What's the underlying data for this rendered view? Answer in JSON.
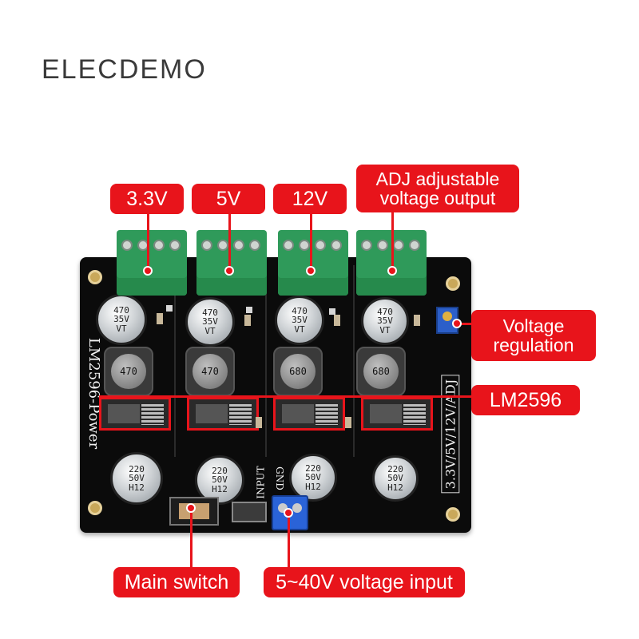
{
  "brand": "ELECDEMO",
  "labels": {
    "out_3v3": "3.3V",
    "out_5v": "5V",
    "out_12v": "12V",
    "adj_line1": "ADJ adjustable",
    "adj_line2": "voltage output",
    "regulation_line1": "Voltage",
    "regulation_line2": "regulation",
    "chip": "LM2596",
    "main_switch": "Main switch",
    "input": "5~40V voltage input"
  },
  "board": {
    "title": "LM2596-Power",
    "voltages_marking": "3.3V/5V/12V/ADJ",
    "input_marking": "INPUT",
    "gnd_marking": "GND",
    "caps_top": [
      "470\n35V\nVT",
      "470\n35V\nVT",
      "470\n35V\nVT",
      "470\n35V\nVT"
    ],
    "caps_bottom": [
      "220\n50V\nH12",
      "220\n50V\nH12",
      "220\n50V\nH12",
      "220\n50V\nH12"
    ],
    "inductors": [
      "470",
      "470",
      "680",
      "680"
    ]
  },
  "colors": {
    "accent": "#e8141b",
    "pcb": "#0b0b0b",
    "terminal": "#2f9a5a",
    "input_terminal": "#2a63d8"
  }
}
